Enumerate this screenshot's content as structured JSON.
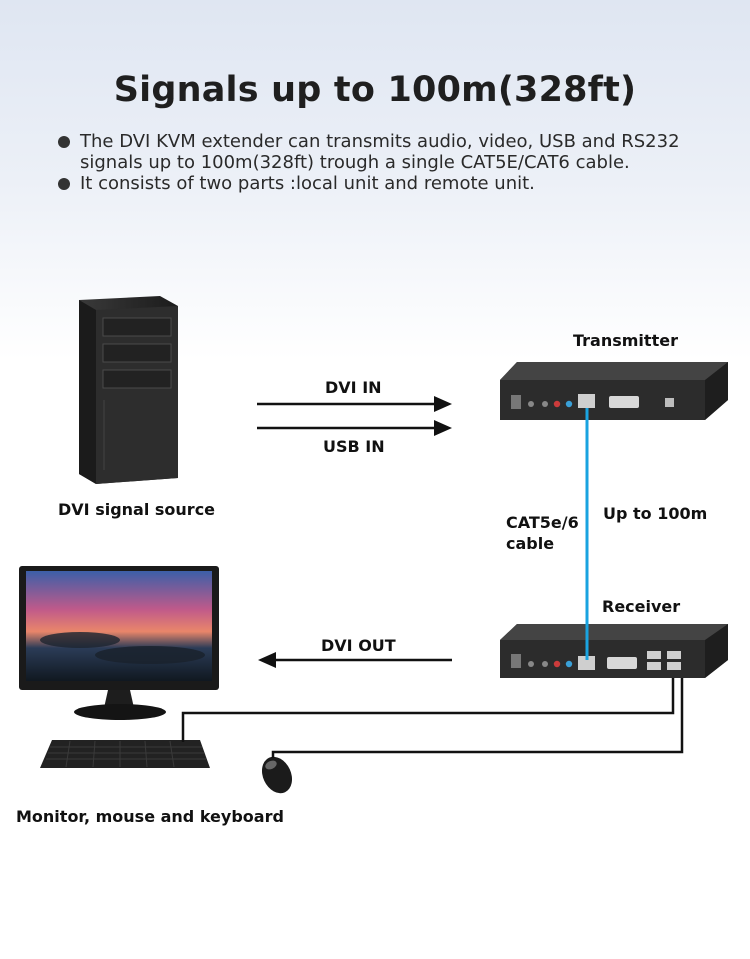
{
  "header": {
    "title": "Signals up to 100m(328ft)",
    "bullets": [
      "The DVI KVM extender can transmits audio, video, USB and RS232 signals up to 100m(328ft) trough a single CAT5E/CAT6 cable.",
      "It consists of two parts :local unit and remote unit."
    ]
  },
  "labels": {
    "transmitter": "Transmitter",
    "receiver": "Receiver",
    "dvi_in": "DVI IN",
    "usb_in": "USB IN",
    "dvi_out": "DVI OUT",
    "source": "DVI signal source",
    "cable_line1": "CAT5e/6",
    "cable_line2": "cable",
    "distance": "Up to 100m",
    "peripherals": "Monitor, mouse and keyboard"
  },
  "colors": {
    "cable_line": "#1aa3e0",
    "device_body": "#2b2b2b",
    "arrow": "#111111"
  }
}
